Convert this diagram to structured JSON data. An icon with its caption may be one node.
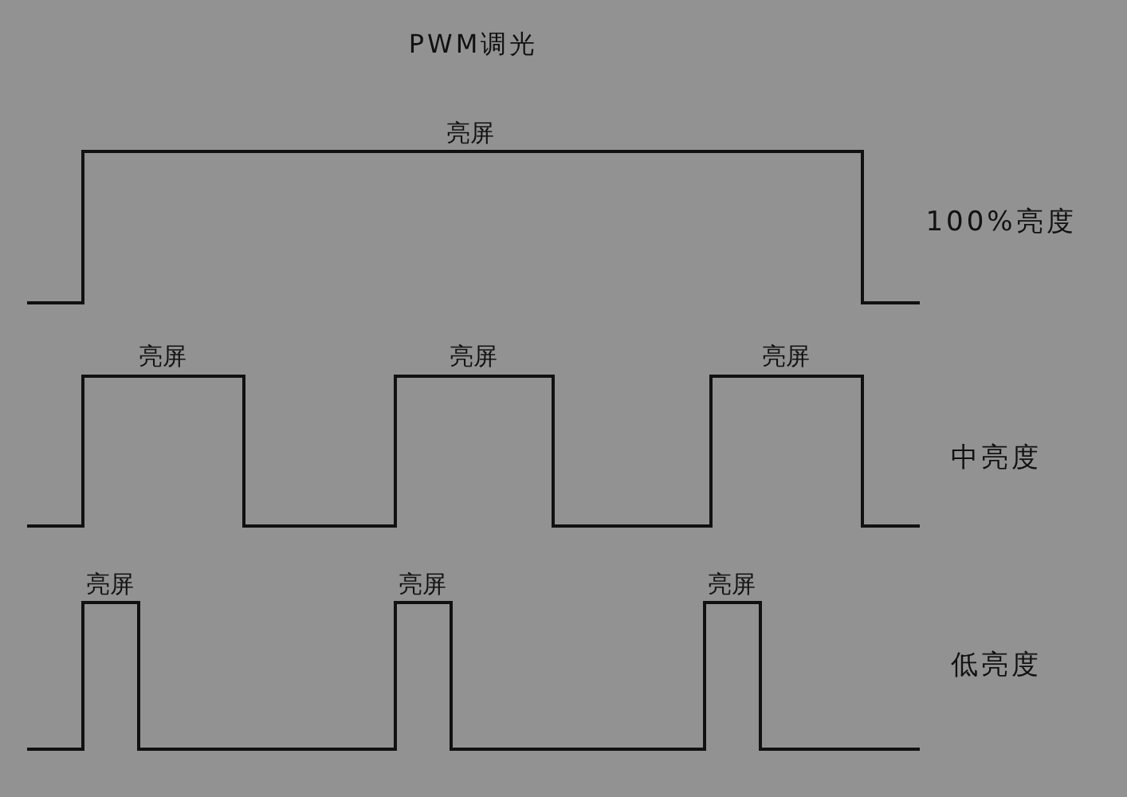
{
  "diagram": {
    "title": "PWM调光",
    "labels": [
      "亮屏",
      "100%亮度",
      "亮屏",
      "亮屏",
      "亮屏",
      "中亮度",
      "亮屏",
      "亮屏",
      "亮屏",
      "低亮度"
    ]
  }
}
